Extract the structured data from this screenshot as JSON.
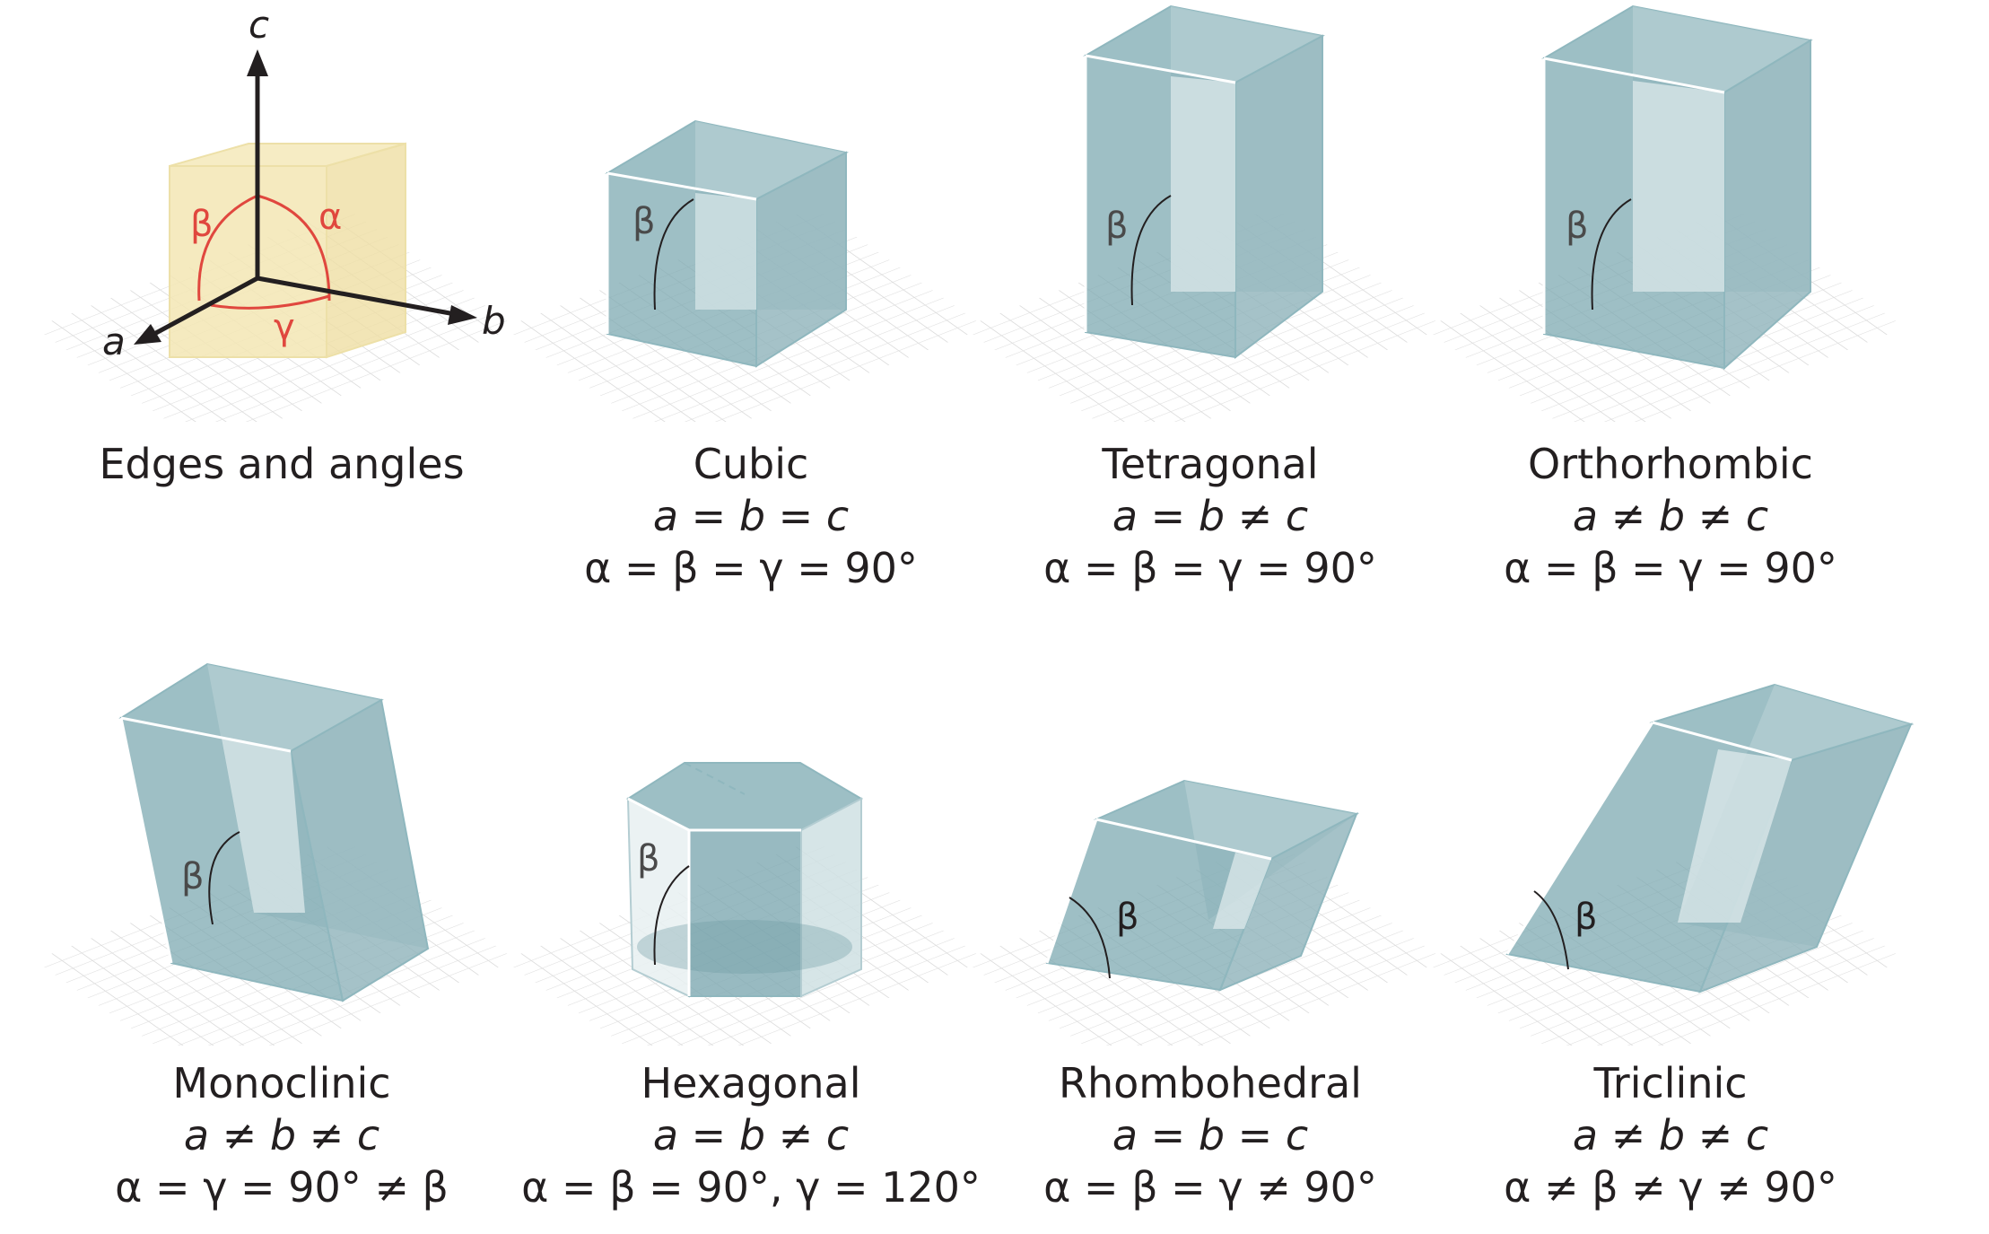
{
  "colors": {
    "crystal_fill": "#7ea9b1",
    "crystal_stroke": "#8fb7be",
    "crystal_face_light": "#dde9eb",
    "grid": "#dcdcdc",
    "axis": "#231f20",
    "angle_red": "#e0473e",
    "unit_cube": "#f3e6b4"
  },
  "cells": [
    {
      "id": "edges",
      "title": "Edges and angles",
      "eq1": "",
      "eq2": "",
      "axis_a": "a",
      "axis_b": "b",
      "axis_c": "c",
      "angle_alpha": "α",
      "angle_beta": "β",
      "angle_gamma": "γ"
    },
    {
      "id": "cubic",
      "title": "Cubic",
      "eq1": "a = b = c",
      "eq2": "α = β = γ = 90°",
      "beta": "β"
    },
    {
      "id": "tetragonal",
      "title": "Tetragonal",
      "eq1": "a = b ≠ c",
      "eq2": "α = β = γ = 90°",
      "beta": "β"
    },
    {
      "id": "orthorhombic",
      "title": "Orthorhombic",
      "eq1": "a ≠ b ≠ c",
      "eq2": "α = β = γ = 90°",
      "beta": "β"
    },
    {
      "id": "monoclinic",
      "title": "Monoclinic",
      "eq1": "a ≠ b ≠ c",
      "eq2": "α = γ = 90° ≠ β",
      "beta": "β"
    },
    {
      "id": "hexagonal",
      "title": "Hexagonal",
      "eq1": "a = b ≠ c",
      "eq2": "α = β = 90°, γ = 120°",
      "beta": "β"
    },
    {
      "id": "rhombohedral",
      "title": "Rhombohedral",
      "eq1": "a = b = c",
      "eq2": "α = β = γ ≠ 90°",
      "beta": "β"
    },
    {
      "id": "triclinic",
      "title": "Triclinic",
      "eq1": "a ≠ b ≠ c",
      "eq2": "α ≠ β ≠ γ ≠ 90°",
      "beta": "β"
    }
  ]
}
